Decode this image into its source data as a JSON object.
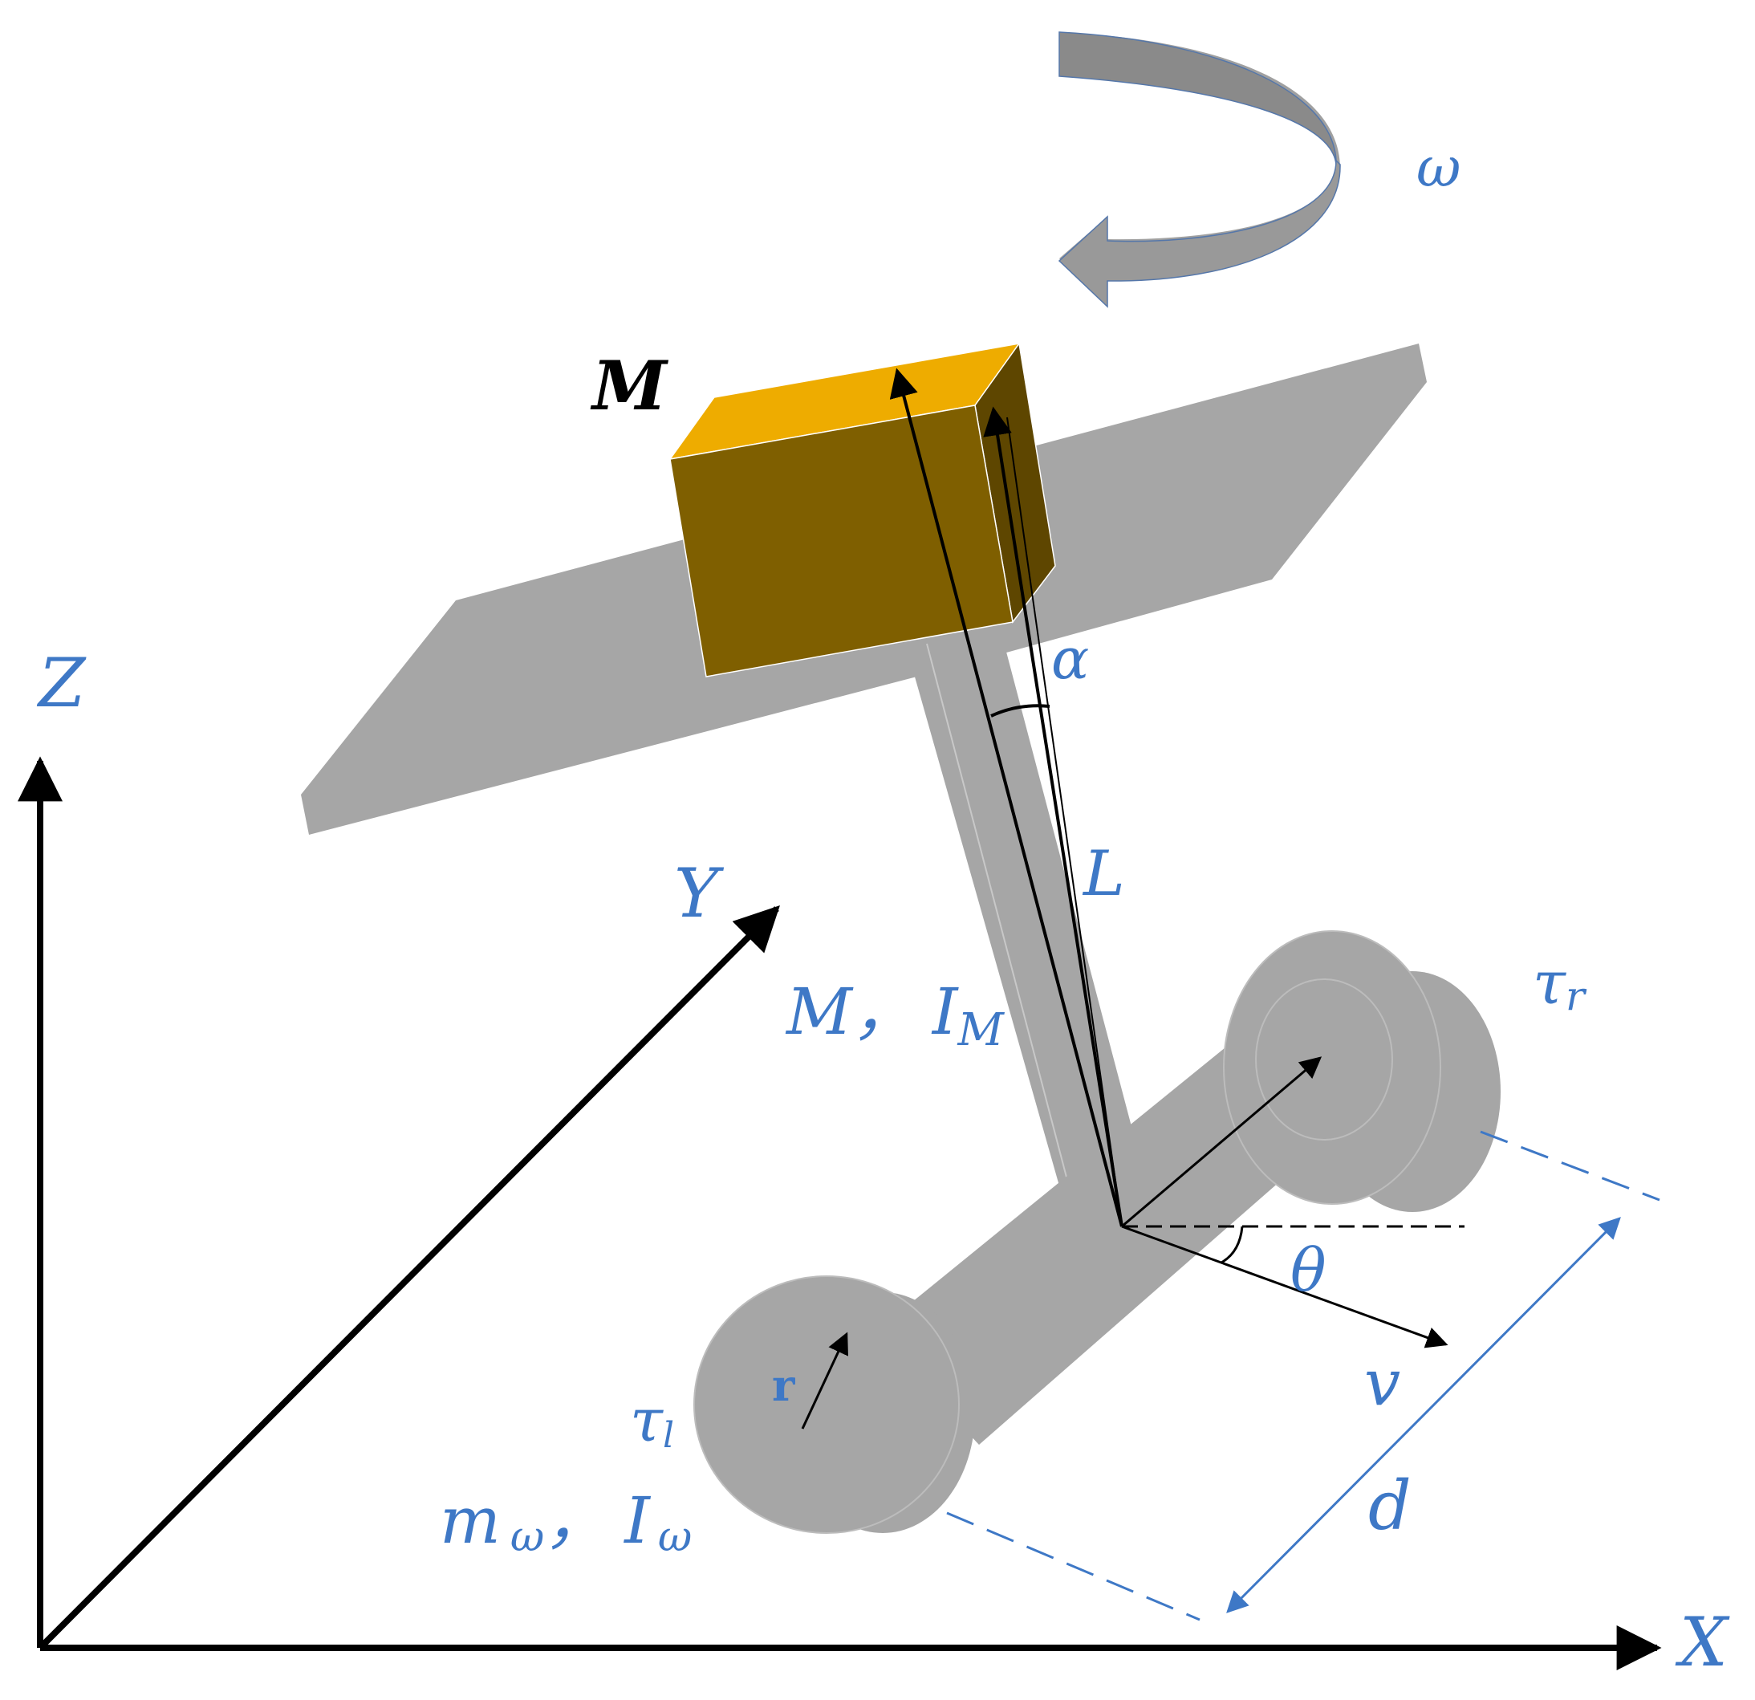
{
  "labels": {
    "omega": "ω",
    "mass_top": "M",
    "alpha": "α",
    "length": "L",
    "axis_z": "Z",
    "axis_y": "Y",
    "axis_x": "X",
    "body_mass": "M",
    "body_inertia": "I",
    "body_inertia_sub": "M",
    "torque_right": "τ",
    "torque_right_sub": "r",
    "theta": "θ",
    "velocity": "v",
    "distance": "d",
    "radius": "r",
    "torque_left": "τ",
    "torque_left_sub": "l",
    "wheel_mass": "m",
    "wheel_mass_sub": "ω",
    "wheel_inertia": "I",
    "wheel_inertia_sub": "ω",
    "separator": "，"
  },
  "colors": {
    "label_blue": "#3e78c6",
    "body_gray": "#a6a6a6",
    "box_front": "#7f5f00",
    "box_top": "#eeac00",
    "box_side": "#5e4600",
    "arrow_black": "#000000"
  }
}
